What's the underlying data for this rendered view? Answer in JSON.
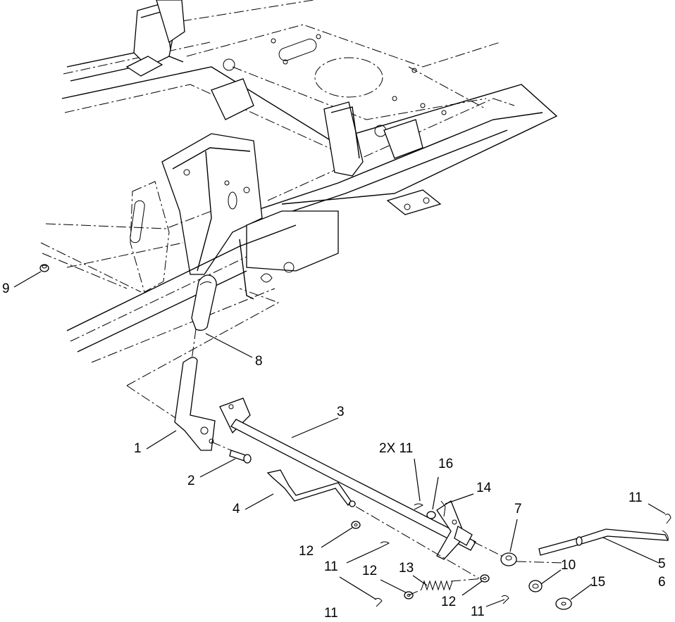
{
  "callouts": {
    "c1": "1",
    "c2": "2",
    "c3": "3",
    "c4": "4",
    "c5": "5",
    "c6": "6",
    "c7": "7",
    "c8": "8",
    "c9": "9",
    "c10": "10",
    "c11_top": "2X 11",
    "c11_right": "11",
    "c11_mid": "11",
    "c11_left": "11",
    "c11_bottom": "11",
    "c12_upper": "12",
    "c12_lower_left": "12",
    "c12_lower_right": "12",
    "c13": "13",
    "c14": "14",
    "c15": "15",
    "c16": "16"
  },
  "colors": {
    "line": "#000000",
    "background": "#ffffff"
  }
}
